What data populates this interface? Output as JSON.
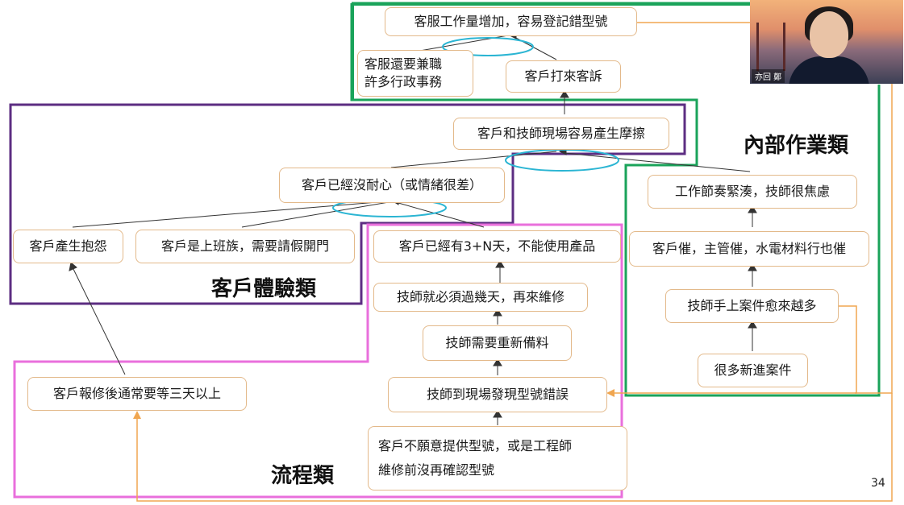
{
  "nodes": {
    "workload": "客服工作量增加，容易登記錯型號",
    "multitask": [
      "客服還要兼職",
      "許多行政事務"
    ],
    "complaint": "客戶打來客訴",
    "friction": "客戶和技師現場容易產生摩擦",
    "impatient": "客戶已經沒耐心（或情緒很差）",
    "customer_complain": "客戶產生抱怨",
    "office_worker": "客戶是上班族，需要請假開門",
    "cannot_use": "客戶已經有3+N天，不能使用產品",
    "wait_days": "技師就必須過幾天，再來維修",
    "re_prepare": "技師需要重新備料",
    "wrong_model": "技師到現場發現型號錯誤",
    "no_model": [
      "客戶不願意提供型號，或是工程師",
      "維修前沒再確認型號"
    ],
    "wait_three_days": "客戶報修後通常要等三天以上",
    "schedule_tight": "工作節奏緊湊，技師很焦慮",
    "urged": "客戶催，主管催，水電材料行也催",
    "more_cases": "技師手上案件愈來越多",
    "new_cases": "很多新進案件"
  },
  "categories": {
    "internal": "內部作業類",
    "experience": "客戶體驗類",
    "process": "流程類"
  },
  "page_number": "34",
  "video": {
    "participant_name": "亦回 鄭"
  },
  "colors": {
    "green_frame": "#1aa35a",
    "purple_frame": "#5c2d82",
    "pink_frame": "#e96fdc",
    "orange_arrow": "#f0a650",
    "cyan_ellipse": "#2bb5d3",
    "box_border": "#e3b98a"
  }
}
